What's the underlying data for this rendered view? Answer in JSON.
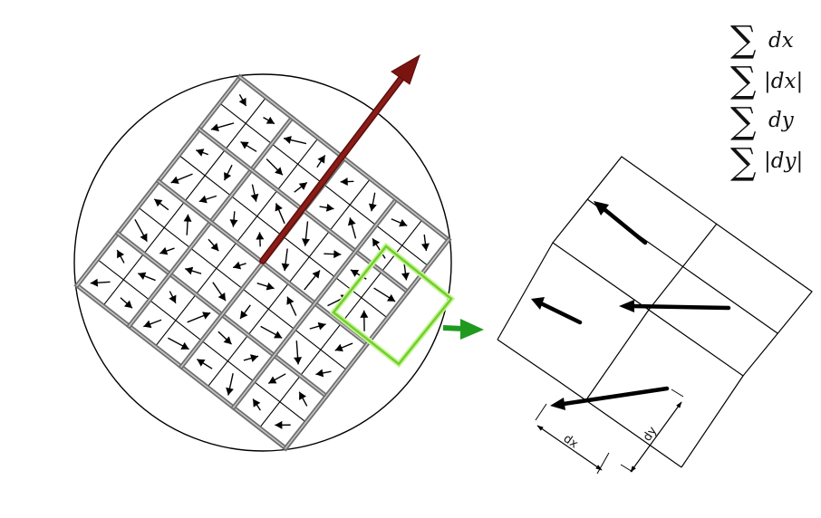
{
  "formulas": [
    {
      "id": "sum-dx",
      "text": "dx"
    },
    {
      "id": "sum-abs-dx",
      "text": "|dx|"
    },
    {
      "id": "sum-dy",
      "text": "dy"
    },
    {
      "id": "sum-abs-dy",
      "text": "|dy|"
    }
  ],
  "sigma_symbol": "∑",
  "labels": {
    "dx": "dx",
    "dy": "dy"
  },
  "colors": {
    "orientation_arrow": "#7a1410",
    "highlight_square": "#7ddc2e",
    "highlight_square_inner": "#c9f39a",
    "output_arrow": "#1f9a1f",
    "grid_thick": "#808080",
    "grid_thin": "#000000",
    "vectors": "#000000"
  },
  "icons": {
    "orientation": "arrow-icon",
    "output": "arrow-icon"
  }
}
